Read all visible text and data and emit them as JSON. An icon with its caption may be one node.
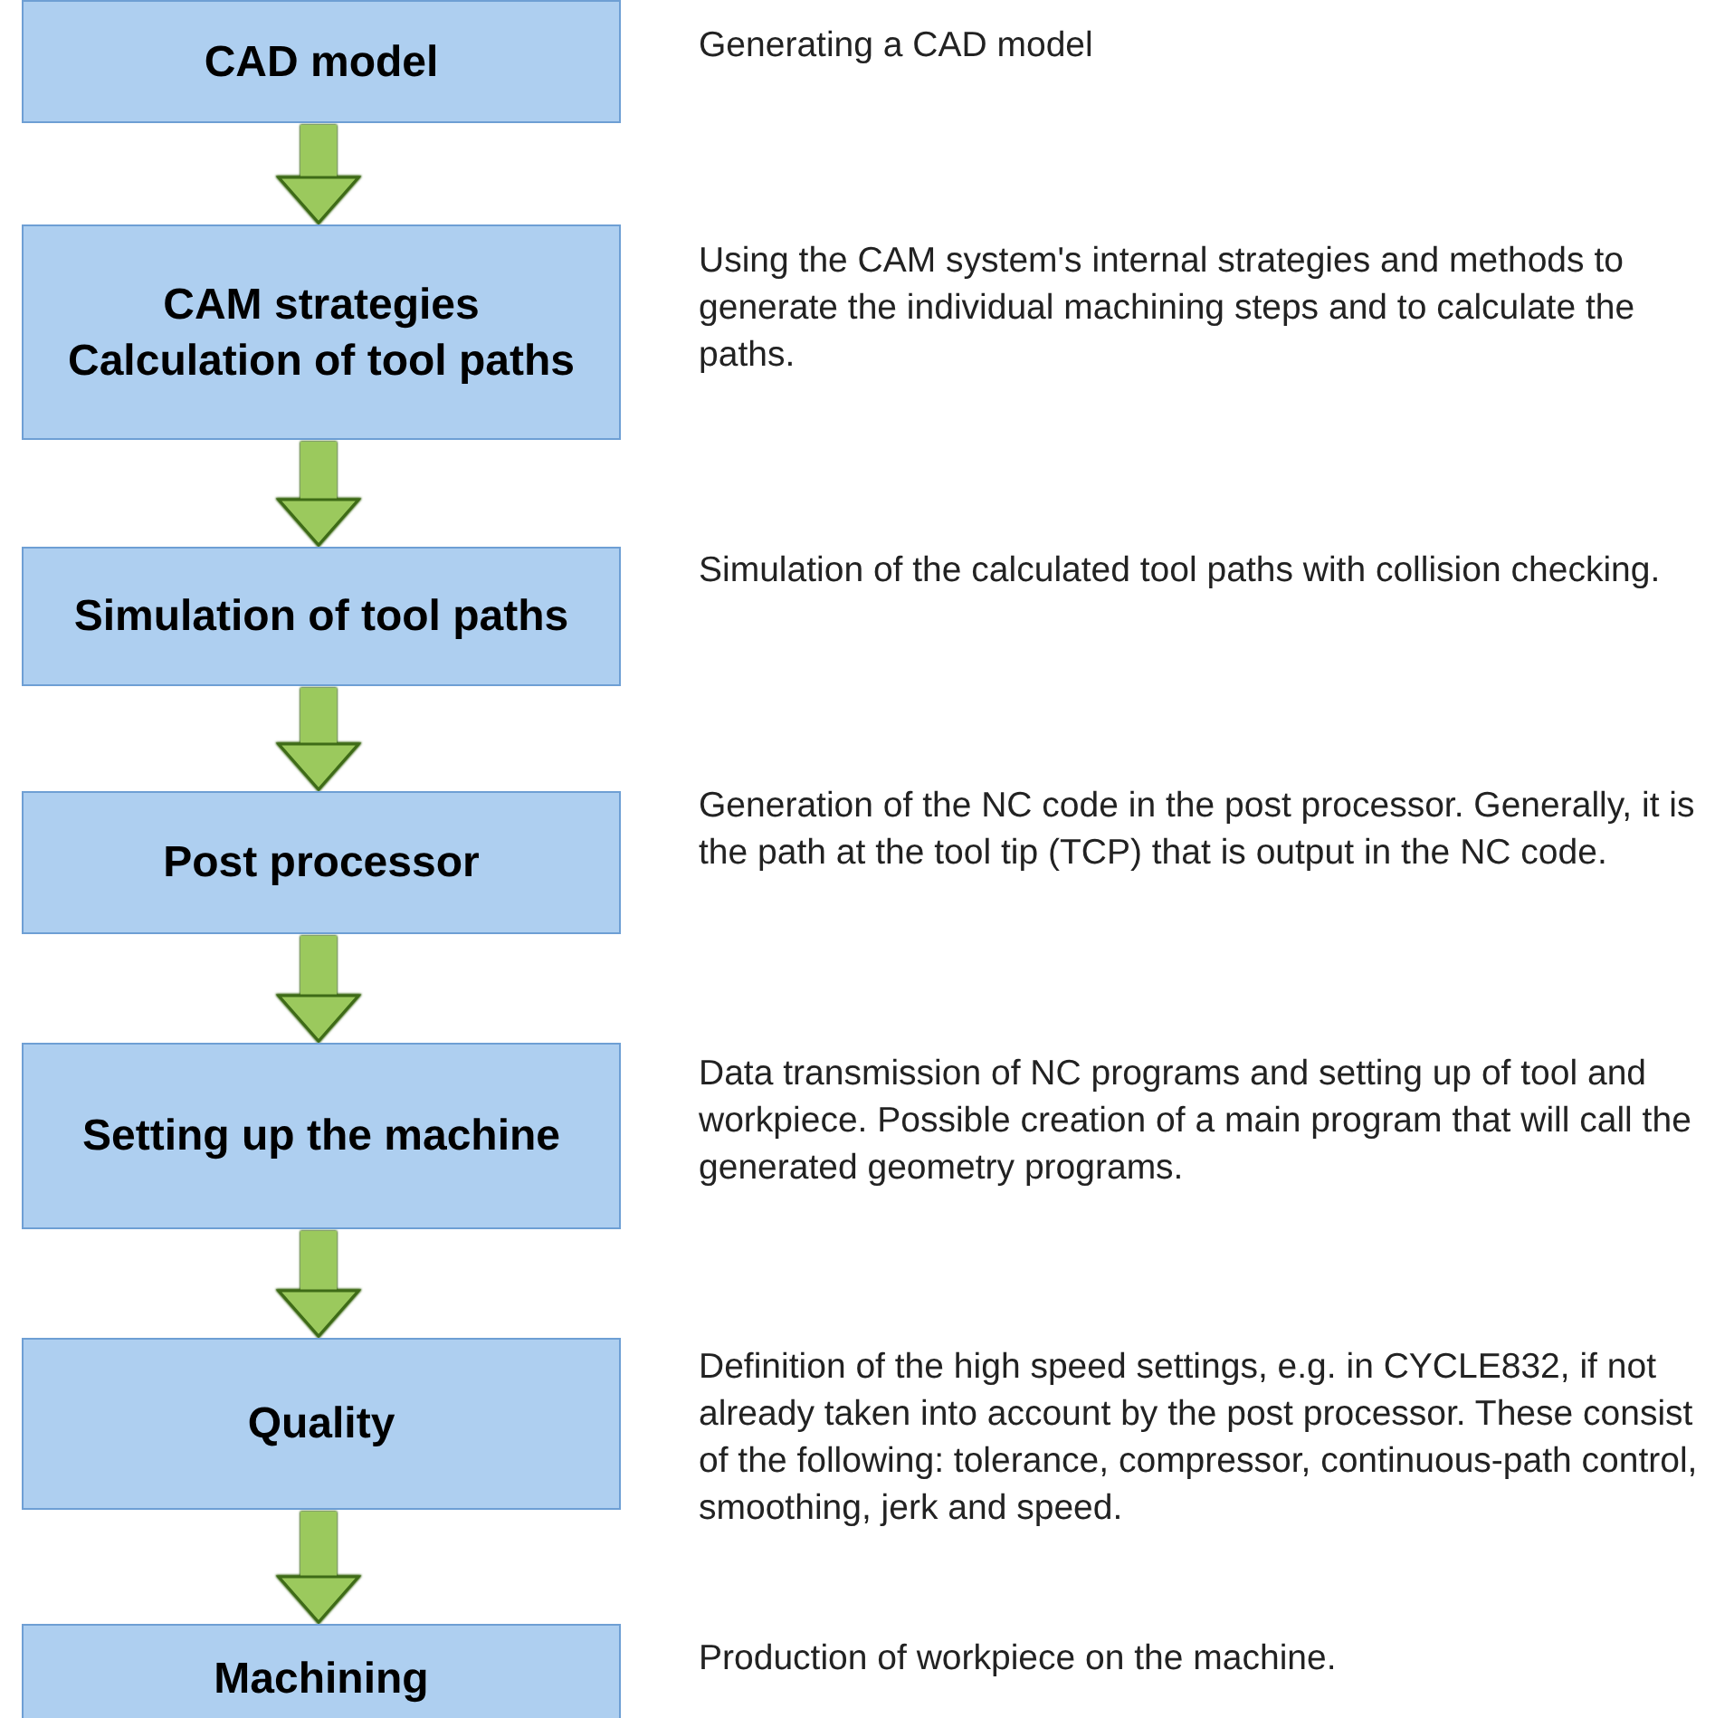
{
  "diagram": {
    "nodes": [
      {
        "text": [
          "CAD model"
        ],
        "beside": [
          "Generating a CAD model"
        ]
      },
      {
        "text": [
          "CAM strategies Calculation of tool paths"
        ],
        "beside": [
          "Using the CAM system's internal strategies and methods to generate the individual machining steps and to calculate the paths."
        ]
      },
      {
        "text": [
          "Simulation of tool paths"
        ],
        "beside": [
          "Simulation of the calculated tool paths with collision checking."
        ]
      },
      {
        "text": [
          "Post processor"
        ],
        "beside": [
          "Generation of the NC code in the post processor. Generally, it is the path at the tool tip (TCP) that is output in the NC code."
        ]
      },
      {
        "text": [
          "Setting up the machine"
        ],
        "beside": [
          "Data transmission of NC programs and setting up of tool and workpiece. Possible creation of a main program that will call the generated geometry programs."
        ]
      },
      {
        "text": [
          "Quality"
        ],
        "beside": [
          "Definition of the high speed settings, e.g. in CYCLE832, if not already taken into account by the post processor. These consist of the following: tolerance, compressor, continuous-path control, smoothing, jerk and speed."
        ]
      },
      {
        "text": [
          "Machining"
        ],
        "beside": [
          "Production of workpiece on the machine."
        ]
      }
    ],
    "edges": [
      {
        "from": 0,
        "to": 1,
        "arrow": "to"
      },
      {
        "from": 1,
        "to": 2,
        "arrow": "to"
      },
      {
        "from": 2,
        "to": 3,
        "arrow": "to"
      },
      {
        "from": 3,
        "to": 4,
        "arrow": "to"
      },
      {
        "from": 4,
        "to": 5,
        "arrow": "to"
      },
      {
        "from": 5,
        "to": 6,
        "arrow": "to"
      }
    ]
  }
}
